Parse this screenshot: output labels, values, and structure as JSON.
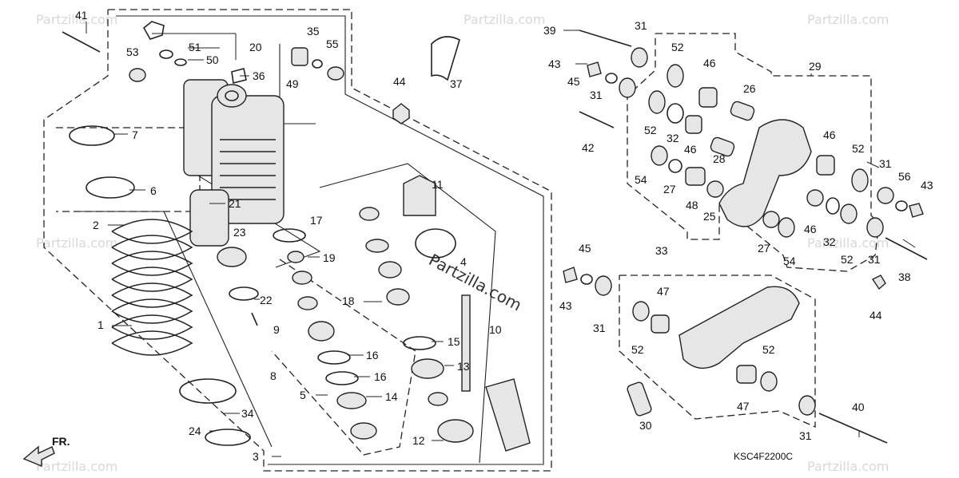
{
  "diagram_code": "KSC4F2200C",
  "front_label": "FR.",
  "watermark": "Partzilla.com",
  "callouts": [
    {
      "num": "41"
    },
    {
      "num": "53"
    },
    {
      "num": "51"
    },
    {
      "num": "50"
    },
    {
      "num": "20"
    },
    {
      "num": "36"
    },
    {
      "num": "35"
    },
    {
      "num": "55"
    },
    {
      "num": "49"
    },
    {
      "num": "44"
    },
    {
      "num": "37"
    },
    {
      "num": "7"
    },
    {
      "num": "6"
    },
    {
      "num": "21"
    },
    {
      "num": "17"
    },
    {
      "num": "2"
    },
    {
      "num": "23"
    },
    {
      "num": "19"
    },
    {
      "num": "11"
    },
    {
      "num": "4"
    },
    {
      "num": "1"
    },
    {
      "num": "22"
    },
    {
      "num": "9"
    },
    {
      "num": "18"
    },
    {
      "num": "10"
    },
    {
      "num": "15"
    },
    {
      "num": "16"
    },
    {
      "num": "16"
    },
    {
      "num": "8"
    },
    {
      "num": "13"
    },
    {
      "num": "5"
    },
    {
      "num": "14"
    },
    {
      "num": "34"
    },
    {
      "num": "24"
    },
    {
      "num": "12"
    },
    {
      "num": "3"
    },
    {
      "num": "39"
    },
    {
      "num": "31"
    },
    {
      "num": "52"
    },
    {
      "num": "46"
    },
    {
      "num": "43"
    },
    {
      "num": "45"
    },
    {
      "num": "31"
    },
    {
      "num": "26"
    },
    {
      "num": "29"
    },
    {
      "num": "42"
    },
    {
      "num": "52"
    },
    {
      "num": "32"
    },
    {
      "num": "46"
    },
    {
      "num": "28"
    },
    {
      "num": "46"
    },
    {
      "num": "52"
    },
    {
      "num": "54"
    },
    {
      "num": "27"
    },
    {
      "num": "48"
    },
    {
      "num": "25"
    },
    {
      "num": "31"
    },
    {
      "num": "56"
    },
    {
      "num": "43"
    },
    {
      "num": "46"
    },
    {
      "num": "32"
    },
    {
      "num": "27"
    },
    {
      "num": "54"
    },
    {
      "num": "52"
    },
    {
      "num": "31"
    },
    {
      "num": "38"
    },
    {
      "num": "44"
    },
    {
      "num": "45"
    },
    {
      "num": "33"
    },
    {
      "num": "43"
    },
    {
      "num": "47"
    },
    {
      "num": "31"
    },
    {
      "num": "52"
    },
    {
      "num": "52"
    },
    {
      "num": "47"
    },
    {
      "num": "30"
    },
    {
      "num": "40"
    },
    {
      "num": "31"
    }
  ]
}
